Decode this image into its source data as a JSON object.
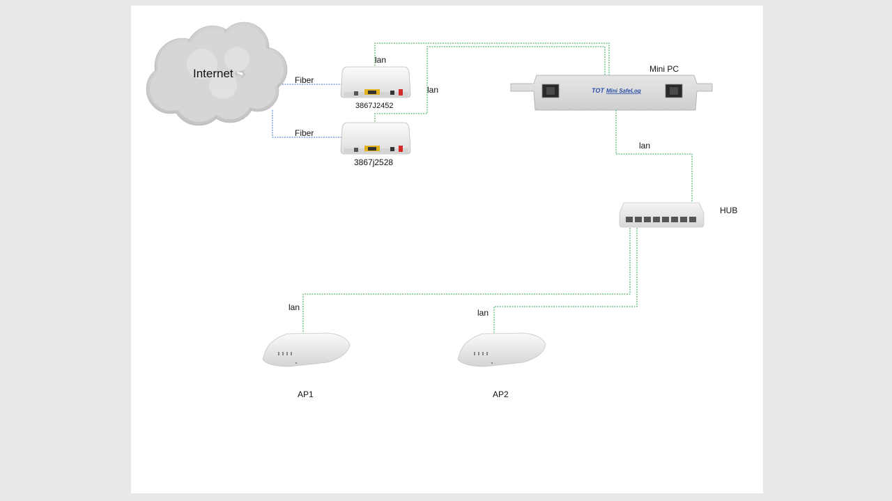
{
  "nodes": {
    "internet": {
      "label": "Internet"
    },
    "ont1": {
      "label": "3867J2452"
    },
    "ont2": {
      "label": "3867j2528"
    },
    "mini_pc": {
      "label": "Mini PC",
      "device_text": "Mini SafeLog",
      "brand_text": "TOT"
    },
    "hub": {
      "label": "HUB"
    },
    "ap1": {
      "label": "AP1"
    },
    "ap2": {
      "label": "AP2"
    }
  },
  "links": {
    "fiber1": "Fiber",
    "fiber2": "Fiber",
    "lan_ont1_pc": "lan",
    "lan_ont2_pc": "lan",
    "lan_pc_hub": "lan",
    "lan_hub_ap1": "lan",
    "lan_hub_ap2": "lan"
  },
  "colors": {
    "fiber_line": "#3b73c4",
    "lan_line": "#2ea34a",
    "cloud": "#c9c9c9",
    "device_body": "#eeeeee",
    "page_bg": "#e8e8e8",
    "canvas_bg": "#ffffff"
  }
}
